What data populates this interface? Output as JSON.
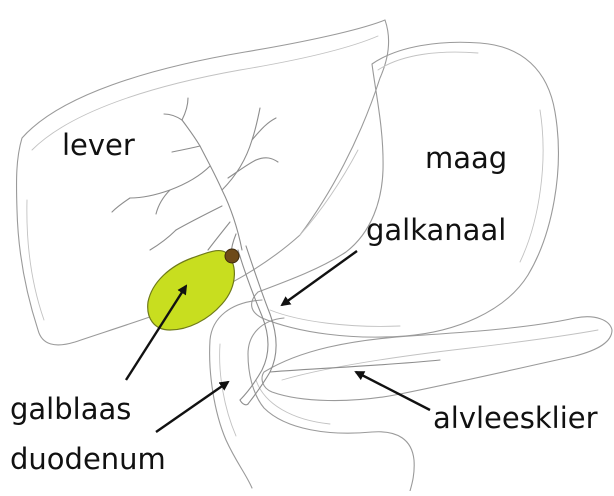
{
  "labels": {
    "liver": "lever",
    "stomach": "maag",
    "bile_duct": "galkanaal",
    "gallbladder": "galblaas",
    "duodenum": "duodenum",
    "pancreas": "alvleesklier"
  },
  "colors": {
    "gallbladder_fill": "#c8de1f",
    "gallbladder_stone": "#6e4a18",
    "outline": "#9a9a9a",
    "label_text": "#111111",
    "arrow": "#111111"
  }
}
